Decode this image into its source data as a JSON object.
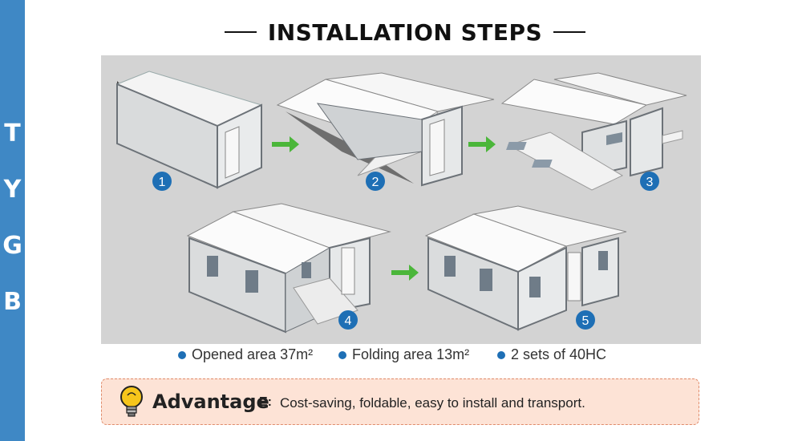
{
  "side_bar": {
    "letters": [
      "T",
      "Y",
      "G",
      "B"
    ],
    "color": "#3f88c5"
  },
  "title": "INSTALLATION STEPS",
  "steps": [
    {
      "number": "1"
    },
    {
      "number": "2"
    },
    {
      "number": "3"
    },
    {
      "number": "4"
    },
    {
      "number": "5"
    }
  ],
  "features": [
    {
      "text": "Opened area 37m²"
    },
    {
      "text": "Folding area 13m²"
    },
    {
      "text": "2 sets of 40HC"
    }
  ],
  "advantage": {
    "title": "Advantage",
    "suffix": "E:",
    "text": "Cost-saving, foldable, easy to install and transport."
  },
  "colors": {
    "accent_blue": "#1e6fb5",
    "arrow_green": "#4bb63a",
    "panel_bg": "#d3d3d3",
    "advantage_bg": "#fde3d6"
  },
  "icons": {
    "advantage": "lightbulb-icon",
    "step_arrow": "arrow-right-icon"
  }
}
